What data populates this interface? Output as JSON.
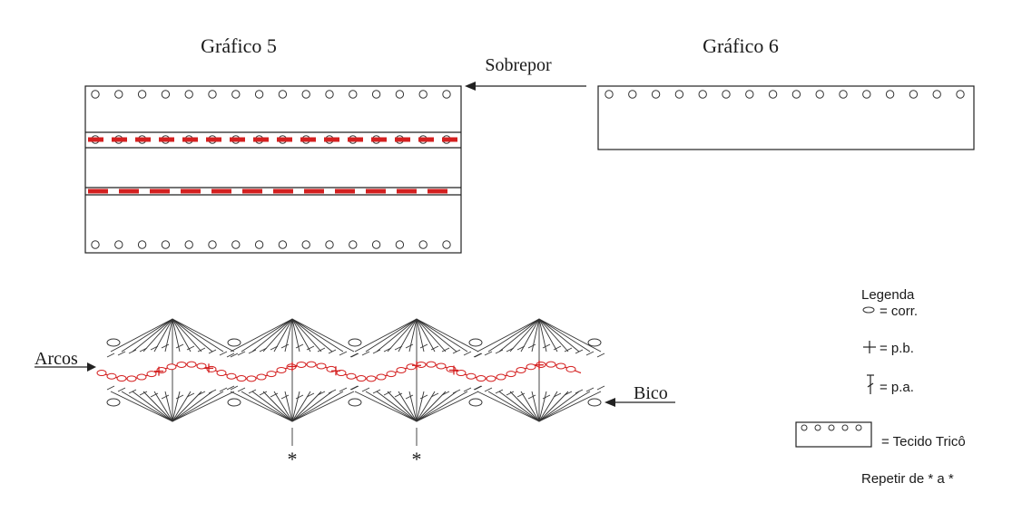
{
  "chart5": {
    "title": "Gráfico 5"
  },
  "chart6": {
    "title": "Gráfico 6"
  },
  "arrow_sobrepor": {
    "label": "Sobrepor"
  },
  "label_arcos": "Arcos",
  "label_bico": "Bico",
  "repeat_marks": [
    "*",
    "*"
  ],
  "legend": {
    "title": "Legenda",
    "items": [
      {
        "symbol": "chain-oval-icon",
        "text": "= corr."
      },
      {
        "symbol": "plus-icon",
        "text": "= p.b."
      },
      {
        "symbol": "double-crochet-icon",
        "text": "= p.a."
      },
      {
        "symbol": "knit-fabric-icon",
        "text": "= Tecido Tricô"
      }
    ],
    "repeat_note": "Repetir de * a *"
  },
  "colors": {
    "ink": "#222222",
    "accent_red": "#d42020"
  }
}
